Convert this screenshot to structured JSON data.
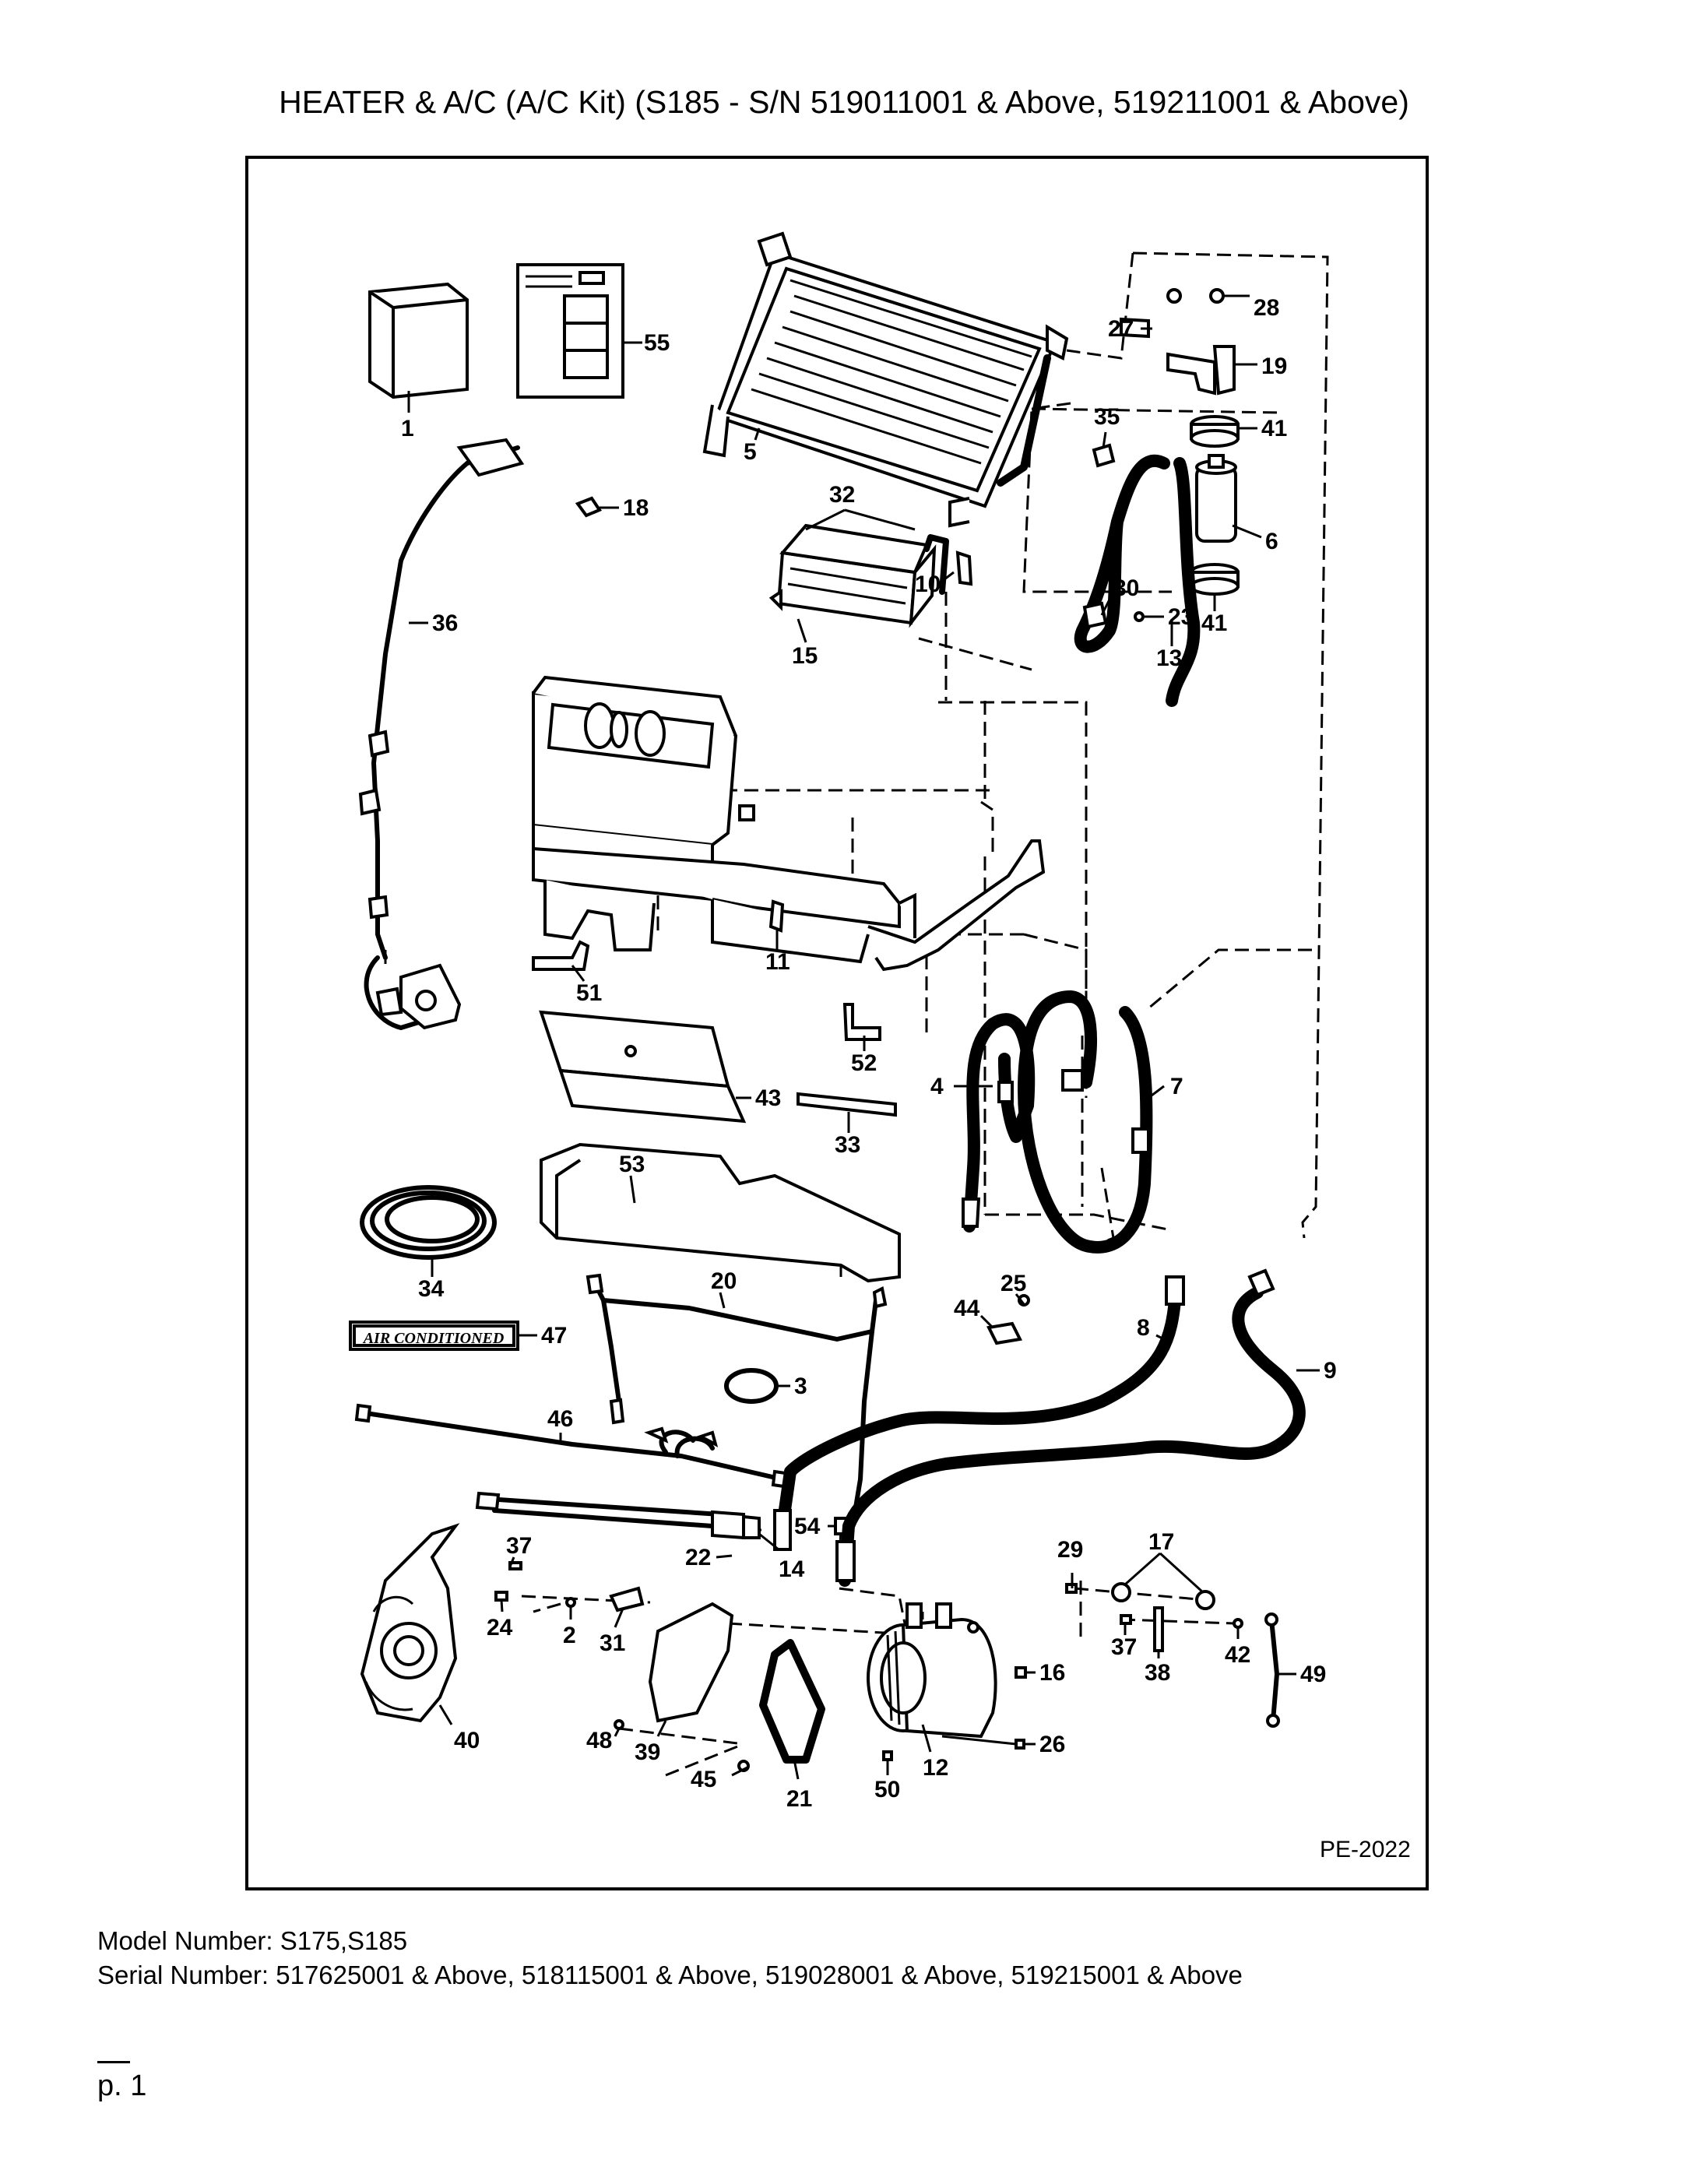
{
  "title": "HEATER & A/C (A/C Kit) (S185 - S/N 519011001 & Above, 519211001 & Above)",
  "drawing_id": "PE-2022",
  "decal_text": "AIR CONDITIONED",
  "callouts": {
    "c1": "1",
    "c2": "2",
    "c3": "3",
    "c4": "4",
    "c5": "5",
    "c6": "6",
    "c7": "7",
    "c8": "8",
    "c9": "9",
    "c10": "10",
    "c11": "11",
    "c12": "12",
    "c13": "13",
    "c14": "14",
    "c15": "15",
    "c16": "16",
    "c17": "17",
    "c18": "18",
    "c19": "19",
    "c20": "20",
    "c21": "21",
    "c22": "22",
    "c23": "23",
    "c24": "24",
    "c25": "25",
    "c26": "26",
    "c27": "27",
    "c28": "28",
    "c29": "29",
    "c30": "30",
    "c31": "31",
    "c32": "32",
    "c33": "33",
    "c34": "34",
    "c35": "35",
    "c36": "36",
    "c37a": "37",
    "c37b": "37",
    "c38": "38",
    "c39": "39",
    "c40": "40",
    "c41a": "41",
    "c41b": "41",
    "c42": "42",
    "c43": "43",
    "c44": "44",
    "c45": "45",
    "c46": "46",
    "c47": "47",
    "c48": "48",
    "c49": "49",
    "c50": "50",
    "c51": "51",
    "c52": "52",
    "c53": "53",
    "c54": "54",
    "c55": "55"
  },
  "footer": {
    "model": "Model Number: S175,S185",
    "serial": "Serial Number: 517625001 & Above, 518115001 & Above, 519028001 & Above, 519215001 & Above"
  },
  "page": "p. 1"
}
